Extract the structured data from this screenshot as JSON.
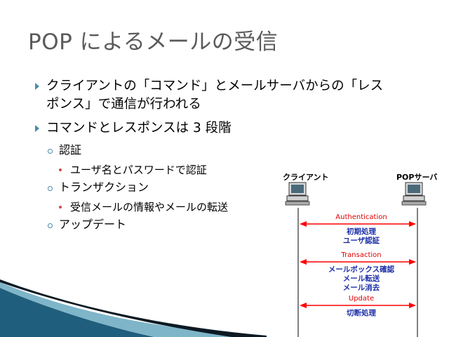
{
  "title": "POP によるメールの受信",
  "bullets": {
    "b1_line1": "クライアントの「コマンド」とメールサーバからの「レス",
    "b1_line2": "ポンス」で通信が行われる",
    "b2": "コマンドとレスポンスは 3 段階",
    "sub1": "認証",
    "sub1_detail": "ユーザ名とパスワードで認証",
    "sub2": "トランザクション",
    "sub2_detail": "受信メールの情報やメールの転送",
    "sub3": "アップデート"
  },
  "diagram": {
    "client_label": "クライアント",
    "server_label": "POPサーバ",
    "phase1": "Authentication",
    "phase1_steps": [
      "初期処理",
      "ユーザ認証"
    ],
    "phase2": "Transaction",
    "phase2_steps": [
      "メールボックス確認",
      "メール転送",
      "メール消去"
    ],
    "phase3": "Update",
    "phase3_steps": [
      "切断処理"
    ]
  },
  "colors": {
    "accent": "#4a8ba8",
    "title": "#5a5a5a",
    "arrow_red": "#ff0000",
    "step_blue": "#1d2fa8"
  }
}
